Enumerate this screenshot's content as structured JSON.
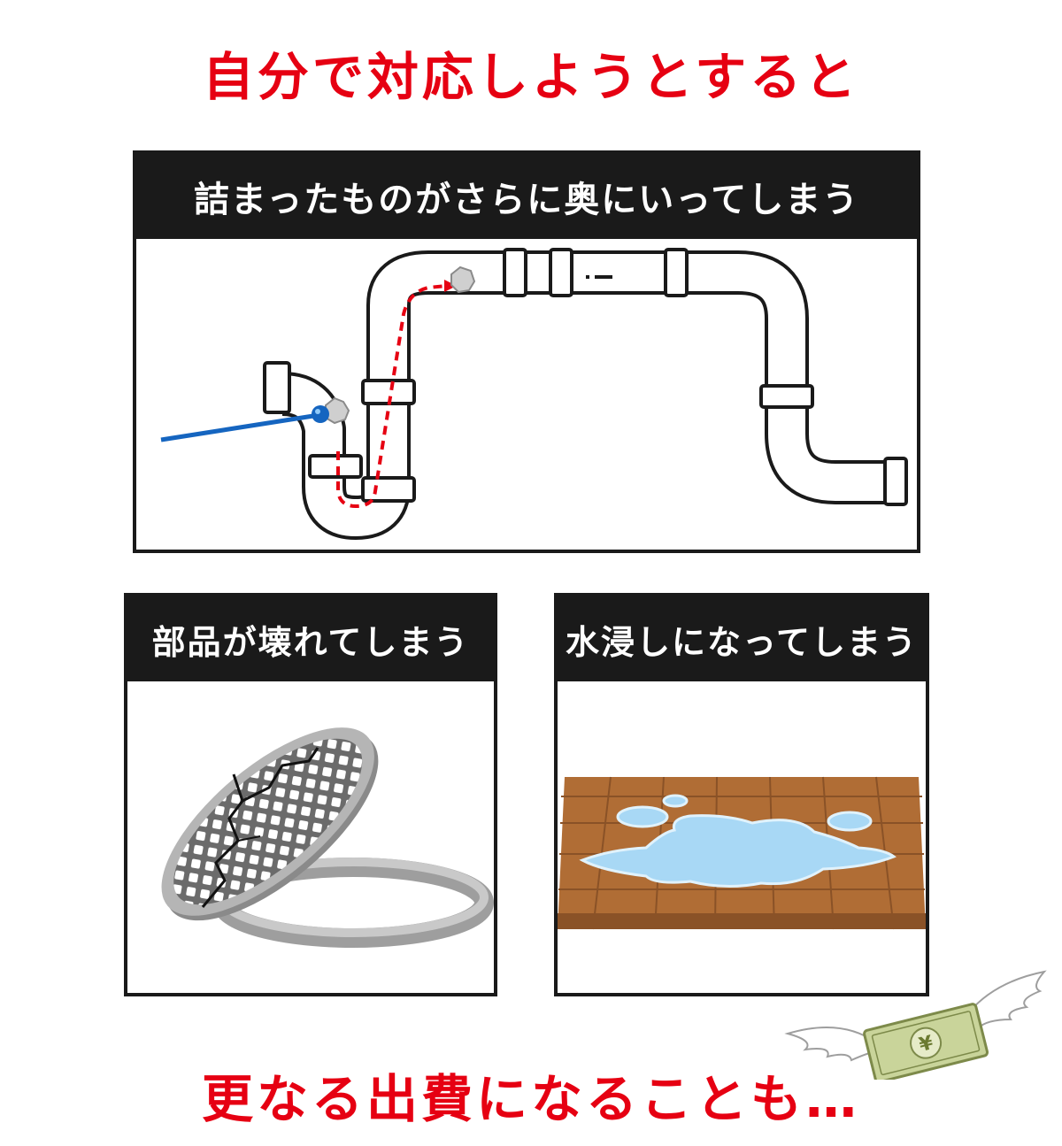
{
  "title": "自分で対応しようとすると",
  "panels": {
    "clog": {
      "heading": "詰まったものがさらに奥にいってしまう"
    },
    "broken": {
      "heading": "部品が壊れてしまう"
    },
    "flood": {
      "heading": "水浸しになってしまう"
    }
  },
  "caption": "更なる出費になることも…",
  "money_symbol": "¥",
  "colors": {
    "accent_red": "#e60012",
    "panel_black": "#1a1a1a",
    "wire_blue": "#1565c0",
    "wood": "#b06d35",
    "water": "#a8d8f5",
    "bill_green": "#c9d49a"
  },
  "icons": {
    "pipe": "s-trap-pipe-icon",
    "drain": "cracked-drain-cover-icon",
    "floor": "wet-floor-icon",
    "money": "flying-yen-bill-icon"
  }
}
